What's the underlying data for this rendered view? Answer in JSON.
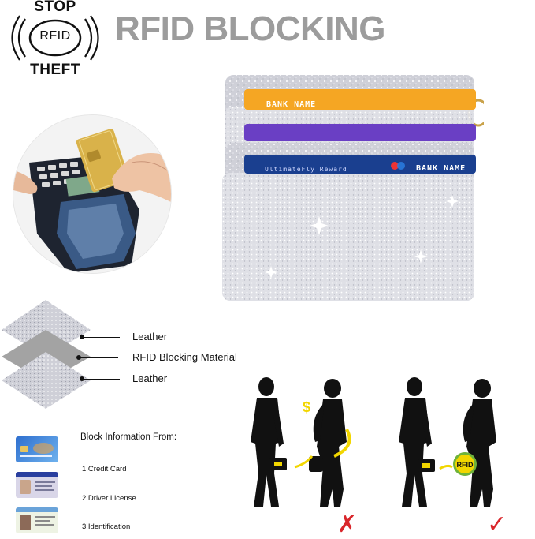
{
  "badge": {
    "top_text": "STOP",
    "center_text": "RFID",
    "bottom_text": "THEFT"
  },
  "title": "RFID BLOCKING",
  "wallet_cards": [
    {
      "name": "BANK NAME",
      "color": "#f5a623"
    },
    {
      "name": "",
      "color": "#6a3fc4"
    },
    {
      "name": "BANK NAME",
      "color": "#1a3f8f",
      "sub": "UltimateFly Reward"
    }
  ],
  "layers": {
    "top": "Leather",
    "middle": "RFID Blocking Material",
    "bottom": "Leather"
  },
  "block_info": {
    "heading": "Block Information From:",
    "items": [
      {
        "label": "1.Credit Card",
        "icon": "credit-card-icon"
      },
      {
        "label": "2.Driver License",
        "icon": "driver-license-icon"
      },
      {
        "label": "3.Identification",
        "icon": "id-card-icon"
      }
    ]
  },
  "scenes": {
    "unprotected_mark": "✗",
    "protected_mark": "✓",
    "shield_text": "RFID",
    "colors": {
      "silhouette": "#111111",
      "accent": "#f2d600",
      "cross": "#d9262b",
      "check": "#d9262b"
    }
  }
}
